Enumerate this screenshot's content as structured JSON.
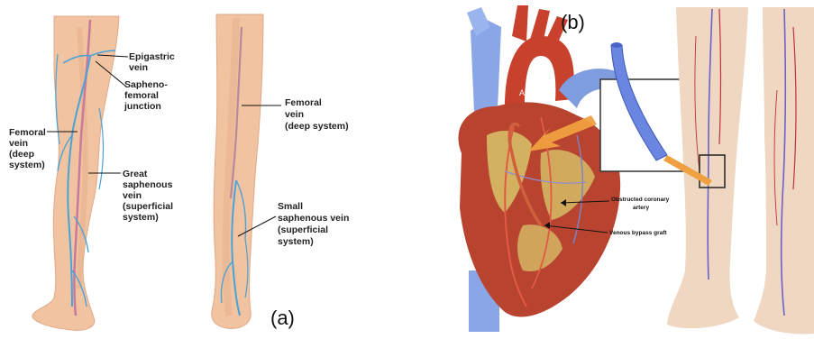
{
  "panels": {
    "a": "(a)",
    "b": "(b)"
  },
  "leg_front_labels": {
    "epigastric": [
      "Epigastric",
      "vein"
    ],
    "sapheno": [
      "Sapheno-",
      "femoral",
      "junction"
    ],
    "femoral": [
      "Femoral",
      "vein",
      "(deep",
      "system)"
    ],
    "great": [
      "Great",
      "saphenous",
      "vein",
      "(superficial",
      "system)"
    ]
  },
  "leg_back_labels": {
    "femoral": [
      "Femoral",
      "vein",
      "(deep system)"
    ],
    "small": [
      "Small",
      "saphenous vein",
      "(superficial",
      "system)"
    ]
  },
  "heart_labels": {
    "aorta": "Aorta",
    "obstructed": [
      "Obstructed coronary",
      "artery"
    ],
    "graft": "Venous bypass graft"
  },
  "colors": {
    "skin": "#f0c09a",
    "vein_blue": "#4aa3d8",
    "artery_red": "#c0303a",
    "heart_muscle": "#b8432f",
    "aorta": "#c8402e",
    "vena_blue": "#7e9be0",
    "fat_yellow": "#d9c46a",
    "arrow_orange": "#f0a040"
  }
}
